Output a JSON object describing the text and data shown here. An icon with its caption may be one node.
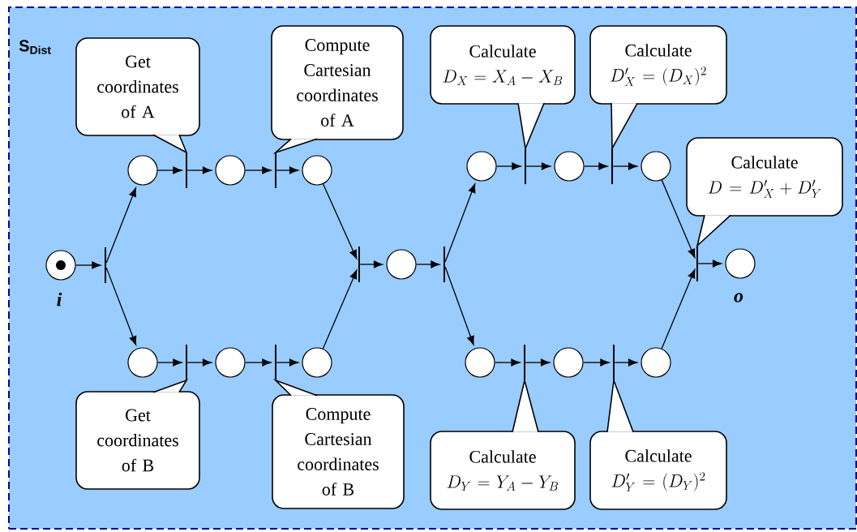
{
  "diagram": {
    "nodes": [
      {
        "text": [
          "S$_{Dist}$"
        ]
      },
      {
        "text": [
          "Get coordinates of A"
        ],
        "in": 0
      },
      {
        "text": [
          "Compute Cartesian coordinates of A"
        ],
        "in": 0
      },
      {
        "text": [
          "Calculate",
          "D_X = X_A - X_B"
        ],
        "in": 0
      },
      {
        "text": [
          "Calculate",
          "D'_X = (D_X)^2"
        ],
        "in": 0
      },
      {
        "text": [
          "Calculate",
          "D = D'_X + D'_Y"
        ],
        "in": 0
      },
      {
        "text": [],
        "shape": "circle",
        "beside": [
          "i"
        ],
        "in": 0
      },
      {
        "text": [],
        "shape": "bar",
        "in": 0
      },
      {
        "text": [],
        "shape": "circle",
        "in": 0
      },
      {
        "text": [],
        "shape": "bar",
        "in": 0
      },
      {
        "text": [],
        "shape": "circle",
        "in": 0
      },
      {
        "text": [],
        "shape": "bar",
        "in": 0
      },
      {
        "text": [],
        "shape": "circle",
        "in": 0
      },
      {
        "text": [],
        "shape": "circle",
        "in": 0
      },
      {
        "text": [],
        "shape": "bar",
        "in": 0
      },
      {
        "text": [],
        "shape": "circle",
        "in": 0
      },
      {
        "text": [],
        "shape": "bar",
        "in": 0
      },
      {
        "text": [],
        "shape": "circle",
        "in": 0
      },
      {
        "text": [],
        "shape": "bar",
        "in": 0
      },
      {
        "text": [],
        "shape": "circle",
        "in": 0
      },
      {
        "text": [],
        "shape": "bar",
        "in": 0
      },
      {
        "text": [],
        "shape": "circle",
        "in": 0
      },
      {
        "text": [],
        "shape": "bar",
        "in": 0
      },
      {
        "text": [],
        "shape": "circle",
        "in": 0
      },
      {
        "text": [],
        "shape": "bar",
        "in": 0
      },
      {
        "text": [],
        "shape": "circle",
        "in": 0
      },
      {
        "text": [],
        "shape": "circle",
        "in": 0
      },
      {
        "text": [],
        "shape": "bar",
        "in": 0
      },
      {
        "text": [],
        "shape": "circle",
        "in": 0
      },
      {
        "text": [],
        "shape": "bar",
        "in": 0
      },
      {
        "text": [],
        "shape": "circle",
        "in": 0
      },
      {
        "text": [],
        "shape": "bar",
        "in": 0
      },
      {
        "text": [],
        "shape": "circle",
        "beside": [
          "o"
        ],
        "in": 0
      },
      {
        "text": [
          "Get coordinates of B"
        ],
        "in": 0
      },
      {
        "text": [
          "Compute Cartesian coordinates of B"
        ],
        "in": 0
      },
      {
        "text": [
          "Calculate",
          "D_Y = Y_A - Y_B"
        ],
        "in": 0
      },
      {
        "text": [
          "Calculate",
          "D'_Y = (D_Y)^2"
        ],
        "in": 0
      }
    ],
    "edges": [
      {
        "from": 6,
        "to": 7,
        "arrow": "to"
      },
      {
        "from": 7,
        "to": 8,
        "arrow": "to"
      },
      {
        "from": 7,
        "to": 13,
        "arrow": "to"
      },
      {
        "from": 8,
        "to": 9,
        "arrow": "to"
      },
      {
        "from": 9,
        "to": 10,
        "arrow": "to"
      },
      {
        "from": 10,
        "to": 11,
        "arrow": "to"
      },
      {
        "from": 11,
        "to": 12,
        "arrow": "to"
      },
      {
        "from": 13,
        "to": 14,
        "arrow": "to"
      },
      {
        "from": 14,
        "to": 15,
        "arrow": "to"
      },
      {
        "from": 15,
        "to": 16,
        "arrow": "to"
      },
      {
        "from": 16,
        "to": 17,
        "arrow": "to"
      },
      {
        "from": 12,
        "to": 18,
        "arrow": "to"
      },
      {
        "from": 17,
        "to": 18,
        "arrow": "to"
      },
      {
        "from": 18,
        "to": 19,
        "arrow": "to"
      },
      {
        "from": 19,
        "to": 20,
        "arrow": "to"
      },
      {
        "from": 20,
        "to": 21,
        "arrow": "to"
      },
      {
        "from": 20,
        "to": 26,
        "arrow": "to"
      },
      {
        "from": 21,
        "to": 22,
        "arrow": "to"
      },
      {
        "from": 22,
        "to": 23,
        "arrow": "to"
      },
      {
        "from": 23,
        "to": 24,
        "arrow": "to"
      },
      {
        "from": 24,
        "to": 25,
        "arrow": "to"
      },
      {
        "from": 26,
        "to": 27,
        "arrow": "to"
      },
      {
        "from": 27,
        "to": 28,
        "arrow": "to"
      },
      {
        "from": 28,
        "to": 29,
        "arrow": "to"
      },
      {
        "from": 29,
        "to": 30,
        "arrow": "to"
      },
      {
        "from": 25,
        "to": 31,
        "arrow": "to"
      },
      {
        "from": 30,
        "to": 31,
        "arrow": "to"
      },
      {
        "from": 31,
        "to": 32,
        "arrow": "to"
      }
    ]
  }
}
